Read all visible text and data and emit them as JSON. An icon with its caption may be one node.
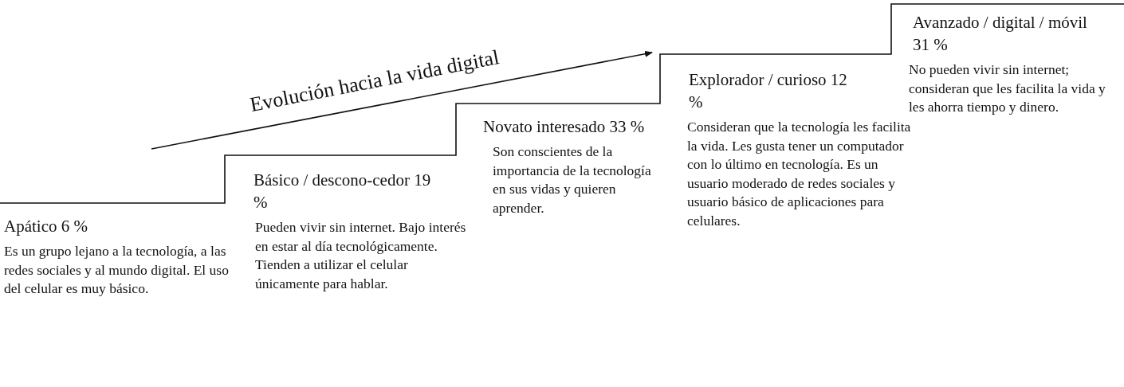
{
  "diagram": {
    "nodes": [
      {
        "text": [
          "Apático 6 %",
          "Es un grupo lejano a la tecnología, a las redes sociales y al mundo digital. El uso del celular es muy básico."
        ]
      },
      {
        "text": [
          "Básico / descono-cedor 19 %",
          "Pueden vivir sin internet. Bajo interés en estar al día tecnológicamente. Tienden a utilizar el celular únicamente para hablar."
        ]
      },
      {
        "text": [
          "Novato interesado 33 %",
          "Son conscientes de la importancia de la tecnología en sus vidas y quieren aprender."
        ]
      },
      {
        "text": [
          "Explorador / curioso 12 %",
          "Consideran que la tecnología les facilita la vida. Les gusta tener un computador con lo último en tecnología. Es un usuario moderado de redes sociales y usuario básico de aplicaciones para celulares."
        ]
      },
      {
        "text": [
          "Avanzado / digital / móvil 31 %",
          "No pueden vivir sin internet; consideran que les facilita la vida y les ahorra tiempo y dinero."
        ]
      }
    ],
    "labels": [
      "Evolución hacia la vida digital"
    ]
  }
}
